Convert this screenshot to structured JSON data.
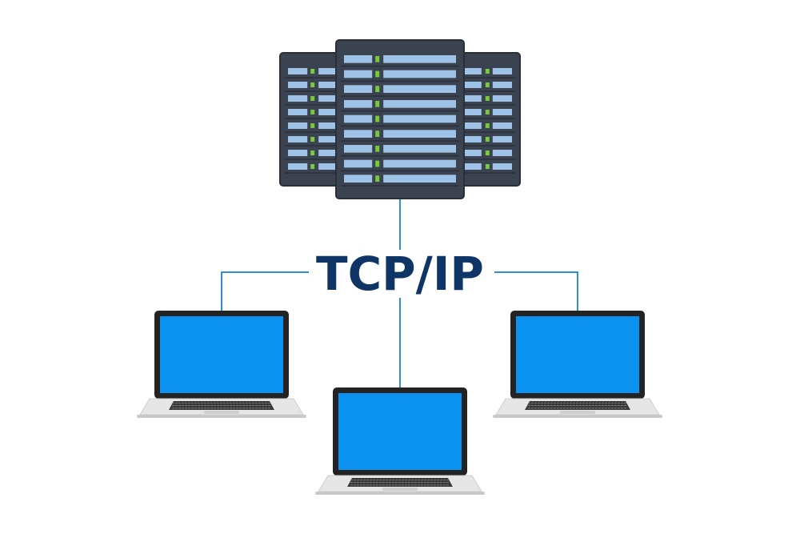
{
  "diagram": {
    "label": "TCP/IP",
    "nodes": [
      {
        "id": "server",
        "kind": "server-rack",
        "count": 3
      },
      {
        "id": "laptop-left",
        "kind": "laptop"
      },
      {
        "id": "laptop-center",
        "kind": "laptop"
      },
      {
        "id": "laptop-right",
        "kind": "laptop"
      }
    ],
    "edges": [
      {
        "from": "server",
        "to": "laptop-left"
      },
      {
        "from": "server",
        "to": "laptop-center"
      },
      {
        "from": "server",
        "to": "laptop-right"
      }
    ]
  },
  "colors": {
    "label": "#0f3566",
    "connector": "#2f8fd6",
    "server_body": "#3b4250",
    "server_edge": "#2a303a",
    "drive_bar": "#9fc3e6",
    "drive_led": "#78c83c",
    "laptop_bezel": "#232323",
    "laptop_screen": "#0b92f0",
    "laptop_base": "#e6e6e6",
    "keyboard": "#3a3a3a"
  }
}
